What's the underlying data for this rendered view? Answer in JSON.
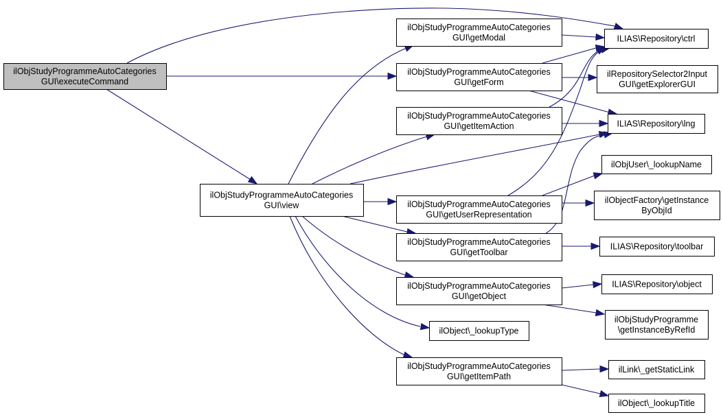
{
  "diagram": {
    "type": "call-graph",
    "colors": {
      "edge": "#191970",
      "root_fill": "#bfbfbf",
      "node_fill": "#ffffff",
      "node_border": "#000000"
    },
    "nodes": [
      {
        "id": "executeCommand",
        "lines": [
          "ilObjStudyProgrammeAutoCategories",
          "GUI\\executeCommand"
        ],
        "root": true
      },
      {
        "id": "view",
        "lines": [
          "ilObjStudyProgrammeAutoCategories",
          "GUI\\view"
        ]
      },
      {
        "id": "getModal",
        "lines": [
          "ilObjStudyProgrammeAutoCategories",
          "GUI\\getModal"
        ]
      },
      {
        "id": "getForm",
        "lines": [
          "ilObjStudyProgrammeAutoCategories",
          "GUI\\getForm"
        ]
      },
      {
        "id": "getItemAction",
        "lines": [
          "ilObjStudyProgrammeAutoCategories",
          "GUI\\getItemAction"
        ]
      },
      {
        "id": "getUserRepresentation",
        "lines": [
          "ilObjStudyProgrammeAutoCategories",
          "GUI\\getUserRepresentation"
        ]
      },
      {
        "id": "getToolbar",
        "lines": [
          "ilObjStudyProgrammeAutoCategories",
          "GUI\\getToolbar"
        ]
      },
      {
        "id": "getObject",
        "lines": [
          "ilObjStudyProgrammeAutoCategories",
          "GUI\\getObject"
        ]
      },
      {
        "id": "lookupType",
        "lines": [
          "ilObject\\_lookupType"
        ]
      },
      {
        "id": "getItemPath",
        "lines": [
          "ilObjStudyProgrammeAutoCategories",
          "GUI\\getItemPath"
        ]
      },
      {
        "id": "ctrl",
        "lines": [
          "ILIAS\\Repository\\ctrl"
        ]
      },
      {
        "id": "getExplorerGUI",
        "lines": [
          "ilRepositorySelector2Input",
          "GUI\\getExplorerGUI"
        ]
      },
      {
        "id": "lng",
        "lines": [
          "ILIAS\\Repository\\lng"
        ]
      },
      {
        "id": "lookupName",
        "lines": [
          "ilObjUser\\_lookupName"
        ]
      },
      {
        "id": "getInstanceByObjId",
        "lines": [
          "ilObjectFactory\\getInstance",
          "ByObjId"
        ]
      },
      {
        "id": "toolbar",
        "lines": [
          "ILIAS\\Repository\\toolbar"
        ]
      },
      {
        "id": "object",
        "lines": [
          "ILIAS\\Repository\\object"
        ]
      },
      {
        "id": "getInstanceByRefId",
        "lines": [
          "ilObjStudyProgramme",
          "\\getInstanceByRefId"
        ]
      },
      {
        "id": "getStaticLink",
        "lines": [
          "ilLink\\_getStaticLink"
        ]
      },
      {
        "id": "lookupTitle",
        "lines": [
          "ilObject\\_lookupTitle"
        ]
      }
    ],
    "edges": [
      {
        "from": "executeCommand",
        "to": "ctrl"
      },
      {
        "from": "executeCommand",
        "to": "getForm"
      },
      {
        "from": "executeCommand",
        "to": "view"
      },
      {
        "from": "view",
        "to": "getModal"
      },
      {
        "from": "view",
        "to": "getItemAction"
      },
      {
        "from": "view",
        "to": "lng"
      },
      {
        "from": "view",
        "to": "getUserRepresentation"
      },
      {
        "from": "view",
        "to": "getToolbar"
      },
      {
        "from": "view",
        "to": "getObject"
      },
      {
        "from": "view",
        "to": "lookupType"
      },
      {
        "from": "view",
        "to": "getItemPath"
      },
      {
        "from": "getModal",
        "to": "ctrl"
      },
      {
        "from": "getForm",
        "to": "ctrl"
      },
      {
        "from": "getForm",
        "to": "getExplorerGUI"
      },
      {
        "from": "getForm",
        "to": "lng"
      },
      {
        "from": "getItemAction",
        "to": "ctrl"
      },
      {
        "from": "getItemAction",
        "to": "lng"
      },
      {
        "from": "getUserRepresentation",
        "to": "ctrl"
      },
      {
        "from": "getUserRepresentation",
        "to": "lookupName"
      },
      {
        "from": "getUserRepresentation",
        "to": "getInstanceByObjId"
      },
      {
        "from": "getToolbar",
        "to": "lng"
      },
      {
        "from": "getToolbar",
        "to": "toolbar"
      },
      {
        "from": "getObject",
        "to": "object"
      },
      {
        "from": "getObject",
        "to": "getInstanceByRefId"
      },
      {
        "from": "getItemPath",
        "to": "getStaticLink"
      },
      {
        "from": "getItemPath",
        "to": "lookupTitle"
      }
    ]
  }
}
